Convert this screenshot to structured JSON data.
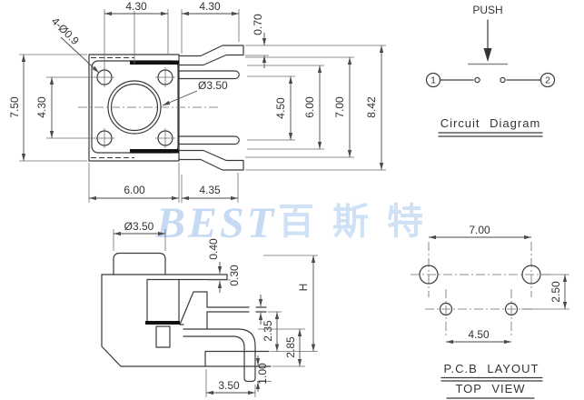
{
  "watermark": {
    "brand_latin": "BEST",
    "brand_cjk": "百斯特"
  },
  "top_view": {
    "dim_hole_pitch_h": "4.30",
    "dim_lead_length_top": "4.30",
    "dim_lead_offset": "0.70",
    "dim_body_height": "7.50",
    "dim_hole_pitch_v": "4.30",
    "label_corner_holes": "4-Ø0.9",
    "label_stem_dia": "Ø3.50",
    "dim_body_width": "6.00",
    "dim_lead_length_bottom": "4.35",
    "dim_lead_span_inner": "4.50",
    "dim_lead_span_mid": "6.00",
    "dim_lead_span_outer": "7.00",
    "dim_overall_height": "8.42"
  },
  "circuit_diagram": {
    "push_label": "PUSH",
    "terminal_1": "1",
    "terminal_2": "2",
    "caption": "Circuit Diagram"
  },
  "side_view": {
    "label_button_dia": "Ø3.50",
    "dim_cap_step": "0.40",
    "dim_lead_thickness": "0.30",
    "dim_total_height": "H",
    "dim_lead_to_seat": "2.35",
    "dim_seat_to_tip": "2.85",
    "dim_pin_protrusion": "1.00",
    "dim_pin_setback": "3.50"
  },
  "pcb_layout": {
    "dim_outer_hole_pitch": "7.00",
    "dim_row_pitch": "2.50",
    "dim_inner_hole_pitch": "4.50",
    "caption": "P.C.B LAYOUT",
    "subcaption": "TOP VIEW"
  },
  "colors": {
    "outline": "#3a3a3a",
    "dimension": "#4a4a4a",
    "watermark_latin": "#c6dbf3",
    "watermark_cjk": "#cfe1f5"
  }
}
